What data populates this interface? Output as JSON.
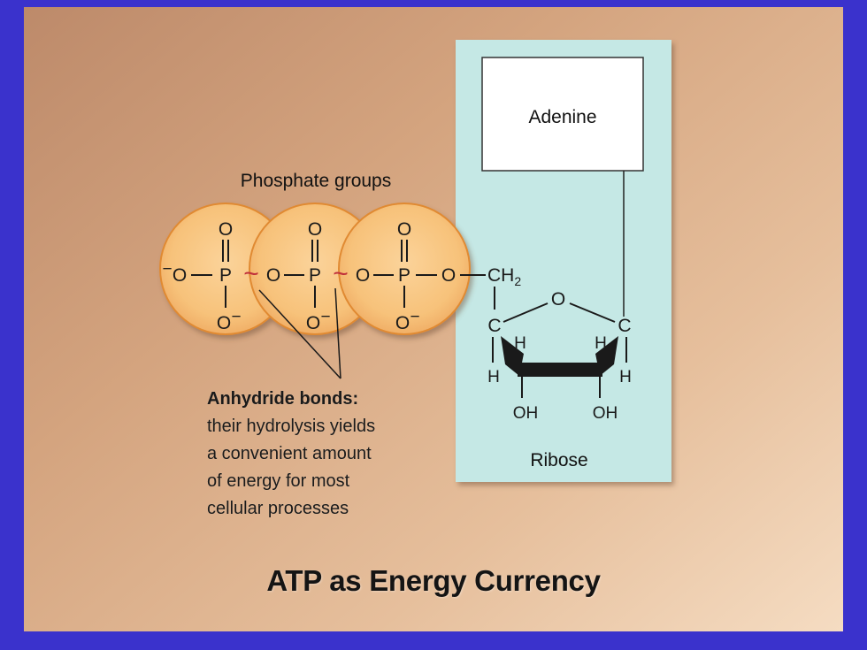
{
  "title": "ATP as Energy Currency",
  "labels": {
    "phosphate_groups": "Phosphate groups",
    "adenine": "Adenine",
    "ribose": "Ribose"
  },
  "caption": {
    "heading": "Anhydride bonds:",
    "lines": [
      "their hydrolysis yields",
      "a convenient amount",
      "of energy for most",
      "cellular processes"
    ]
  },
  "atoms": {
    "oxygen": "O",
    "phosphorus": "P",
    "carbon": "C",
    "hydrogen": "H",
    "ch2": "CH",
    "ch2_sub": "2",
    "hydroxyl": "OH",
    "negative_charge": "−",
    "tilde": "~"
  },
  "colors": {
    "outer_background": "#3a32cc",
    "phosphate_fill": "#f7c27a",
    "phosphate_edge": "#e08a33",
    "ribose_panel": "#c5e8e5",
    "high_energy_bond": "#c0303a"
  }
}
